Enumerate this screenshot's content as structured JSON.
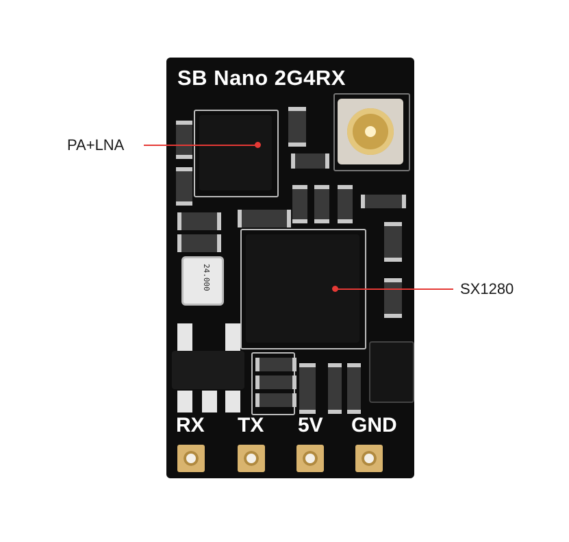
{
  "board": {
    "title": "SB Nano  2G4RX",
    "pins": [
      "RX",
      "TX",
      "5V",
      "GND"
    ],
    "crystal_marking": "24.000"
  },
  "annotations": {
    "pa_lna": "PA+LNA",
    "rf_chip": "SX1280"
  },
  "colors": {
    "pcb": "#0d0d0d",
    "silkscreen": "#ffffff",
    "pads_gold": "#d9b46e",
    "leader_lines": "#e53935"
  }
}
